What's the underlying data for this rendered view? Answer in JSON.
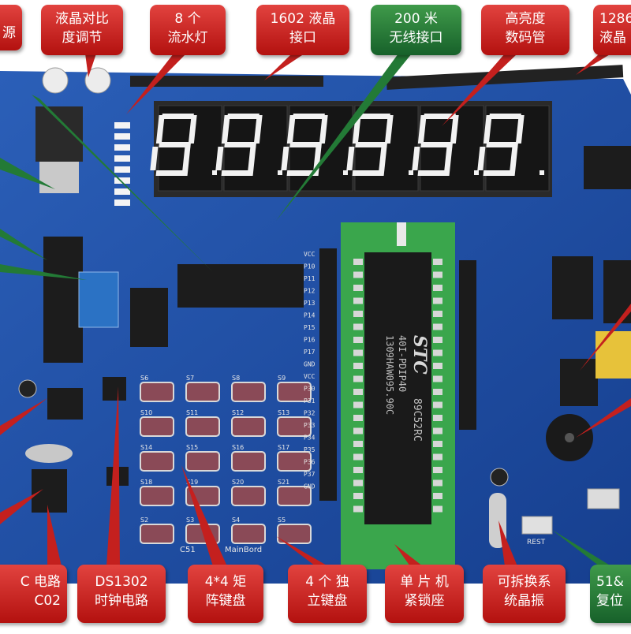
{
  "colors": {
    "board_blue": "#1f4fa6",
    "callout_red": "#c4201e",
    "callout_green": "#237a36",
    "digit_on": "#f2f2f2",
    "socket_green": "#38a84a",
    "chip_black": "#1a1a1a"
  },
  "callouts": [
    {
      "id": "power",
      "lines": [
        "源"
      ],
      "color": "red"
    },
    {
      "id": "lcd-contrast",
      "lines": [
        "液晶对比",
        "度调节"
      ],
      "color": "red"
    },
    {
      "id": "led-8",
      "lines": [
        "8 个",
        "流水灯"
      ],
      "color": "red"
    },
    {
      "id": "lcd1602",
      "lines": [
        "1602 液晶",
        "接口"
      ],
      "color": "red"
    },
    {
      "id": "wireless",
      "lines": [
        "200 米",
        "无线接口"
      ],
      "color": "green"
    },
    {
      "id": "seg-display",
      "lines": [
        "高亮度",
        "数码管"
      ],
      "color": "red"
    },
    {
      "id": "lcd12864",
      "lines": [
        "1286",
        "液晶"
      ],
      "color": "red"
    },
    {
      "id": "iic",
      "lines": [
        "C 电路",
        "C02"
      ],
      "color": "red"
    },
    {
      "id": "ds1302",
      "lines": [
        "DS1302",
        "时钟电路"
      ],
      "color": "red"
    },
    {
      "id": "matrix-keys",
      "lines": [
        "4*4  矩",
        "阵键盘"
      ],
      "color": "red"
    },
    {
      "id": "indep-keys",
      "lines": [
        "4  个 独",
        "立键盘"
      ],
      "color": "red"
    },
    {
      "id": "zif",
      "lines": [
        "单 片 机",
        "紧锁座"
      ],
      "color": "red"
    },
    {
      "id": "crystal",
      "lines": [
        "可拆换系",
        "统晶振"
      ],
      "color": "red"
    },
    {
      "id": "reset",
      "lines": [
        "51&",
        "复位"
      ],
      "color": "green"
    }
  ],
  "board": {
    "mcu_brand": "STC",
    "mcu_model": "89C52RC",
    "mcu_package": "40I-PDIP40",
    "mcu_code": "1309HAW095.90C",
    "silk_mainboard": "MainBord",
    "silk_c51": "C51",
    "silk_reset": "REST",
    "key_labels": [
      "S6",
      "S7",
      "S8",
      "S9",
      "S10",
      "S11",
      "S12",
      "S13",
      "S14",
      "S15",
      "S16",
      "S17",
      "S18",
      "S19",
      "S20",
      "S21"
    ],
    "indep_key_labels": [
      "S2",
      "S3",
      "S4",
      "S5"
    ],
    "port_pins": [
      "VCC",
      "P10",
      "P11",
      "P12",
      "P13",
      "P14",
      "P15",
      "P16",
      "P17",
      "GND",
      "VCC",
      "P30",
      "P31",
      "P32",
      "P33",
      "P34",
      "P35",
      "P36",
      "P37",
      "GND"
    ]
  }
}
